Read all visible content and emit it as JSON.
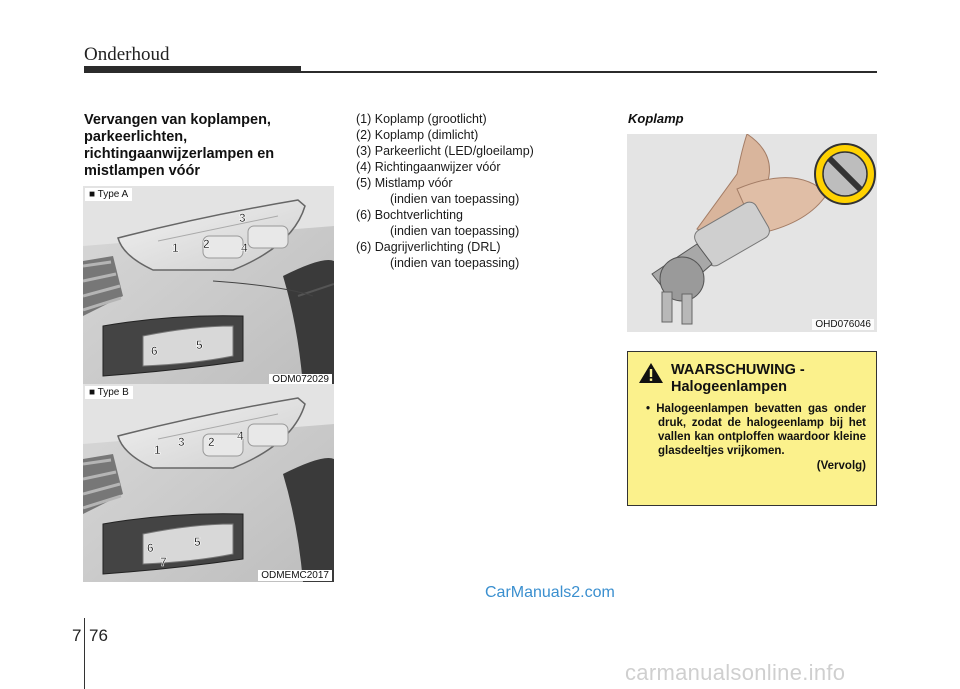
{
  "header": {
    "title": "Onderhoud"
  },
  "section": {
    "heading_lines": [
      "Vervangen van koplampen,",
      "parkeerlichten,",
      "richtingaanwijzerlampen en",
      "mistlampen vóór"
    ]
  },
  "images": {
    "type_a": {
      "tag": "■ Type A",
      "code": "ODM072029",
      "labels": [
        "1",
        "2",
        "3",
        "4",
        "5",
        "6"
      ]
    },
    "type_b": {
      "tag": "■ Type B",
      "code": "ODMEMC2017",
      "labels": [
        "1",
        "2",
        "3",
        "4",
        "5",
        "6",
        "7"
      ]
    }
  },
  "bulb_list": [
    {
      "main": "(1) Koplamp (grootlicht)"
    },
    {
      "main": "(2) Koplamp (dimlicht)"
    },
    {
      "main": "(3) Parkeerlicht (LED/gloeilamp)"
    },
    {
      "main": "(4) Richtingaanwijzer vóór"
    },
    {
      "main": "(5) Mistlamp vóór",
      "sub": "(indien van toepassing)"
    },
    {
      "main": "(6) Bochtverlichting",
      "sub": "(indien van toepassing)"
    },
    {
      "main": "(6) Dagrijverlichting (DRL)",
      "sub": "(indien van toepassing)"
    }
  ],
  "koplamp": {
    "title": "Koplamp",
    "photo_code": "OHD076046"
  },
  "warning": {
    "title_line1": "WAARSCHUWING -",
    "title_line2": "Halogeenlampen",
    "bullet": "• Halogeenlampen bevatten gas onder druk, zodat de halogeenlamp bij het vallen kan ontploffen waardoor kleine glasdeeltjes vrijkomen.",
    "continued": "(Vervolg)"
  },
  "watermark": "CarManuals2.com",
  "footer": {
    "chapter": "7",
    "page": "76",
    "site": "carmanualsonline.info"
  },
  "colors": {
    "warning_bg": "#fbf18c",
    "watermark": "#3a8fcf"
  }
}
